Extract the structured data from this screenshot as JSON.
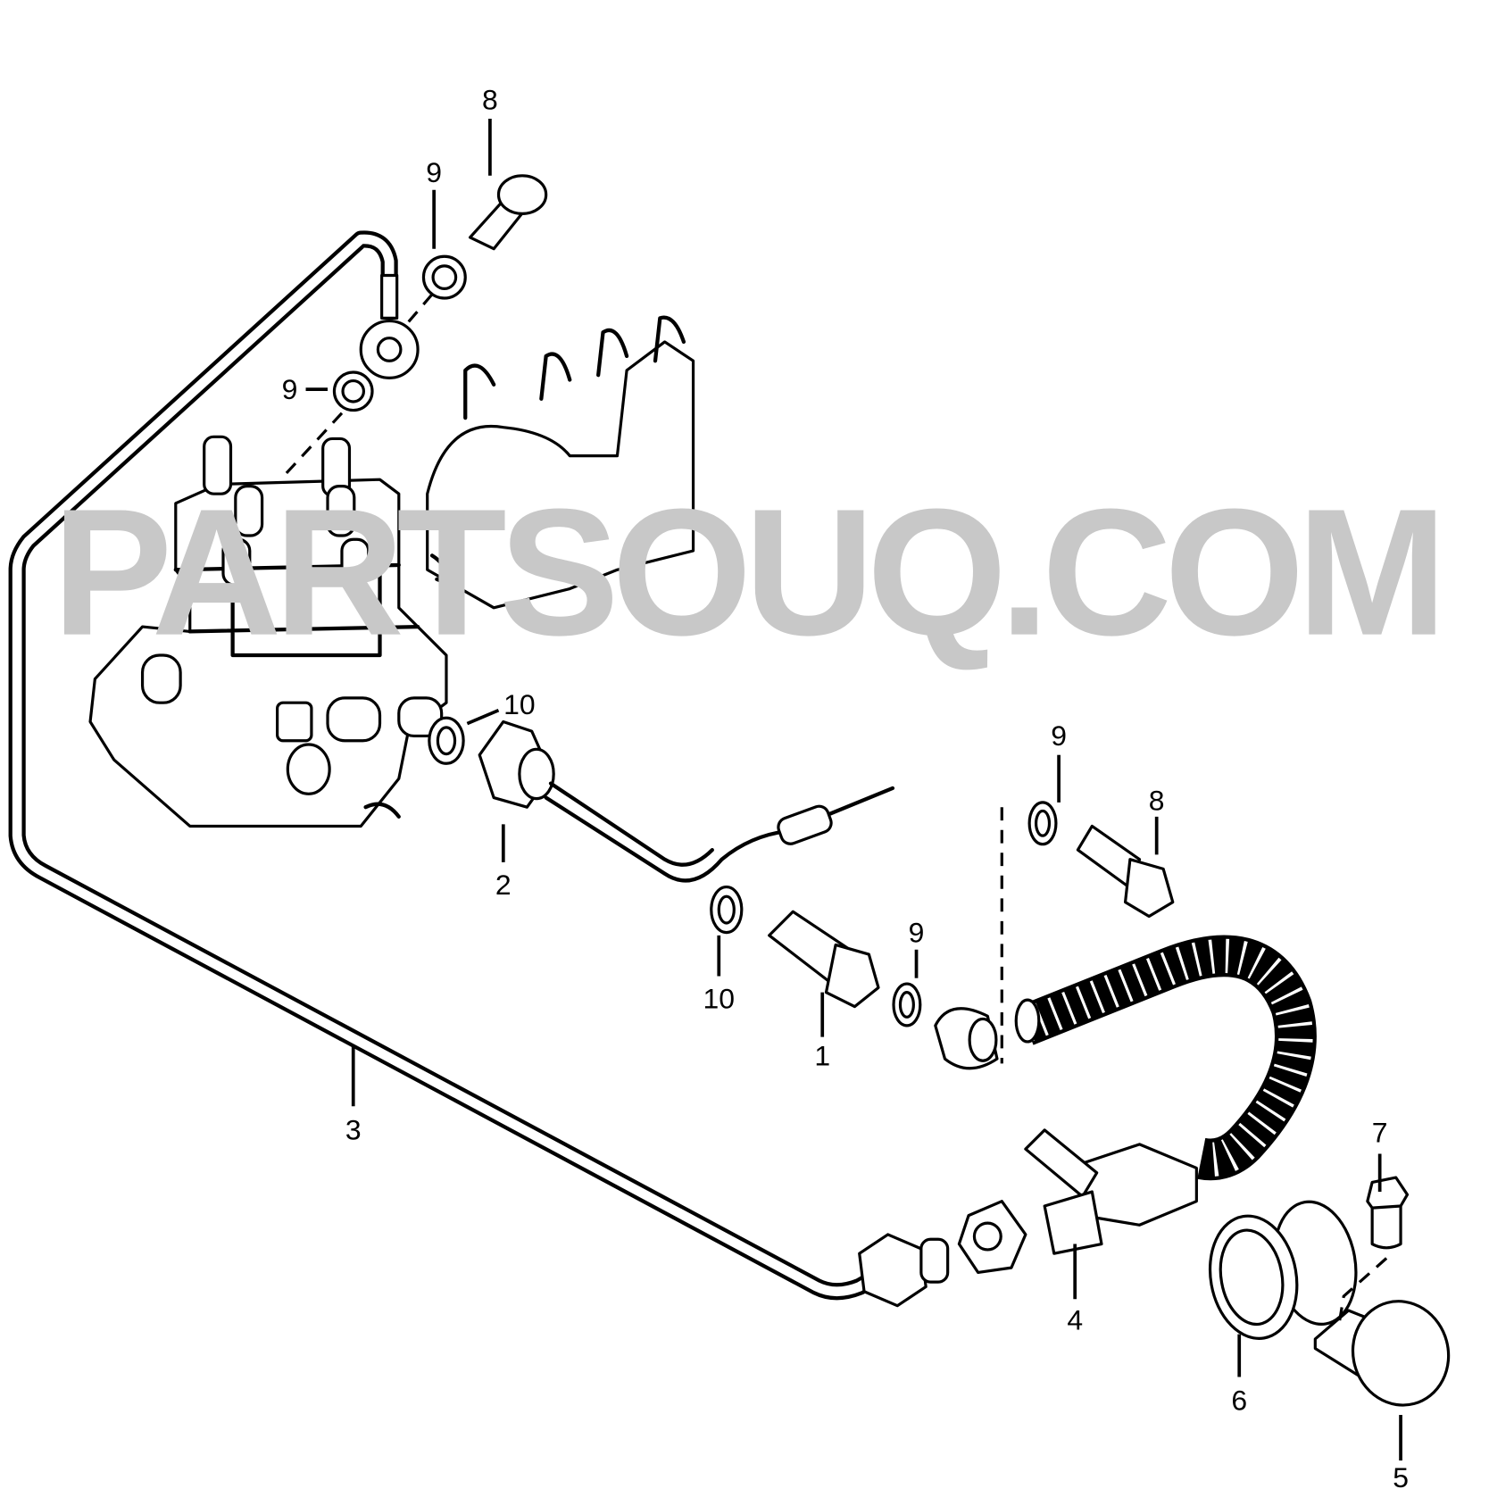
{
  "diagram": {
    "watermark": "PARTSOUQ.COM",
    "callouts": [
      {
        "id": "8"
      },
      {
        "id": "9"
      },
      {
        "id": "9"
      },
      {
        "id": "10"
      },
      {
        "id": "2"
      },
      {
        "id": "10"
      },
      {
        "id": "1"
      },
      {
        "id": "9"
      },
      {
        "id": "9"
      },
      {
        "id": "8"
      },
      {
        "id": "3"
      },
      {
        "id": "4"
      },
      {
        "id": "7"
      },
      {
        "id": "6"
      },
      {
        "id": "5"
      }
    ],
    "colors": {
      "line": "#000000",
      "watermark": "#c8c8c8",
      "background": "#ffffff"
    }
  }
}
